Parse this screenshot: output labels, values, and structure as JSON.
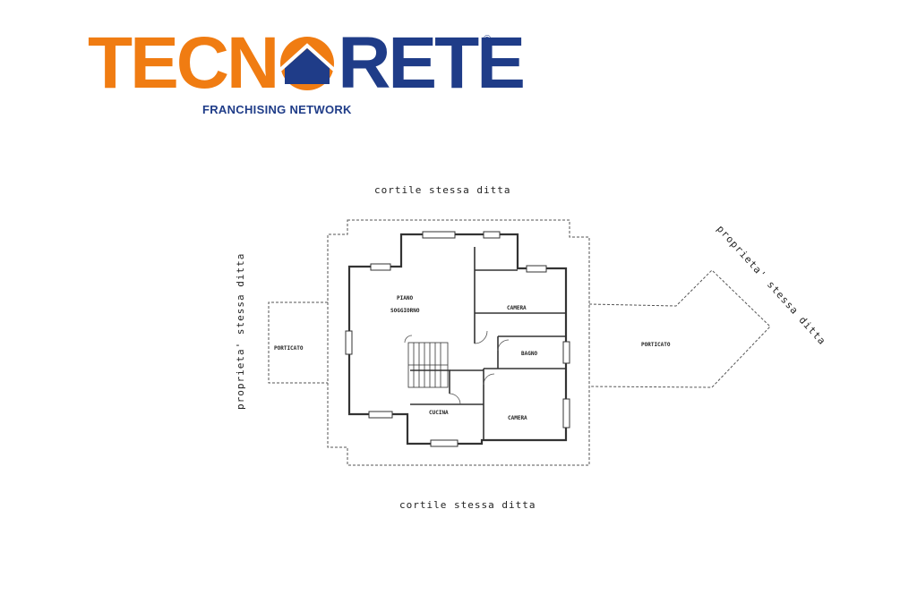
{
  "logo": {
    "brand_orange": "TECN",
    "brand_blue": "RETE",
    "registered": "®",
    "tagline": "FRANCHISING NETWORK",
    "colors": {
      "orange": "#f07c12",
      "blue": "#1f3c88"
    }
  },
  "plan": {
    "top_label": "cortile stessa ditta",
    "bottom_label": "cortile stessa ditta",
    "left_label": "proprieta' stessa ditta",
    "right_label": "proprieta' stessa ditta",
    "rooms": {
      "living": [
        "PIANO",
        "SOGGIORNO"
      ],
      "kitchen": "CUCINA",
      "bedroom_top": "CAMERA",
      "bath": "BAGNO",
      "bedroom_bottom": "CAMERA",
      "porch_left": "PORTICATO",
      "porch_right": "PORTICATO"
    }
  }
}
